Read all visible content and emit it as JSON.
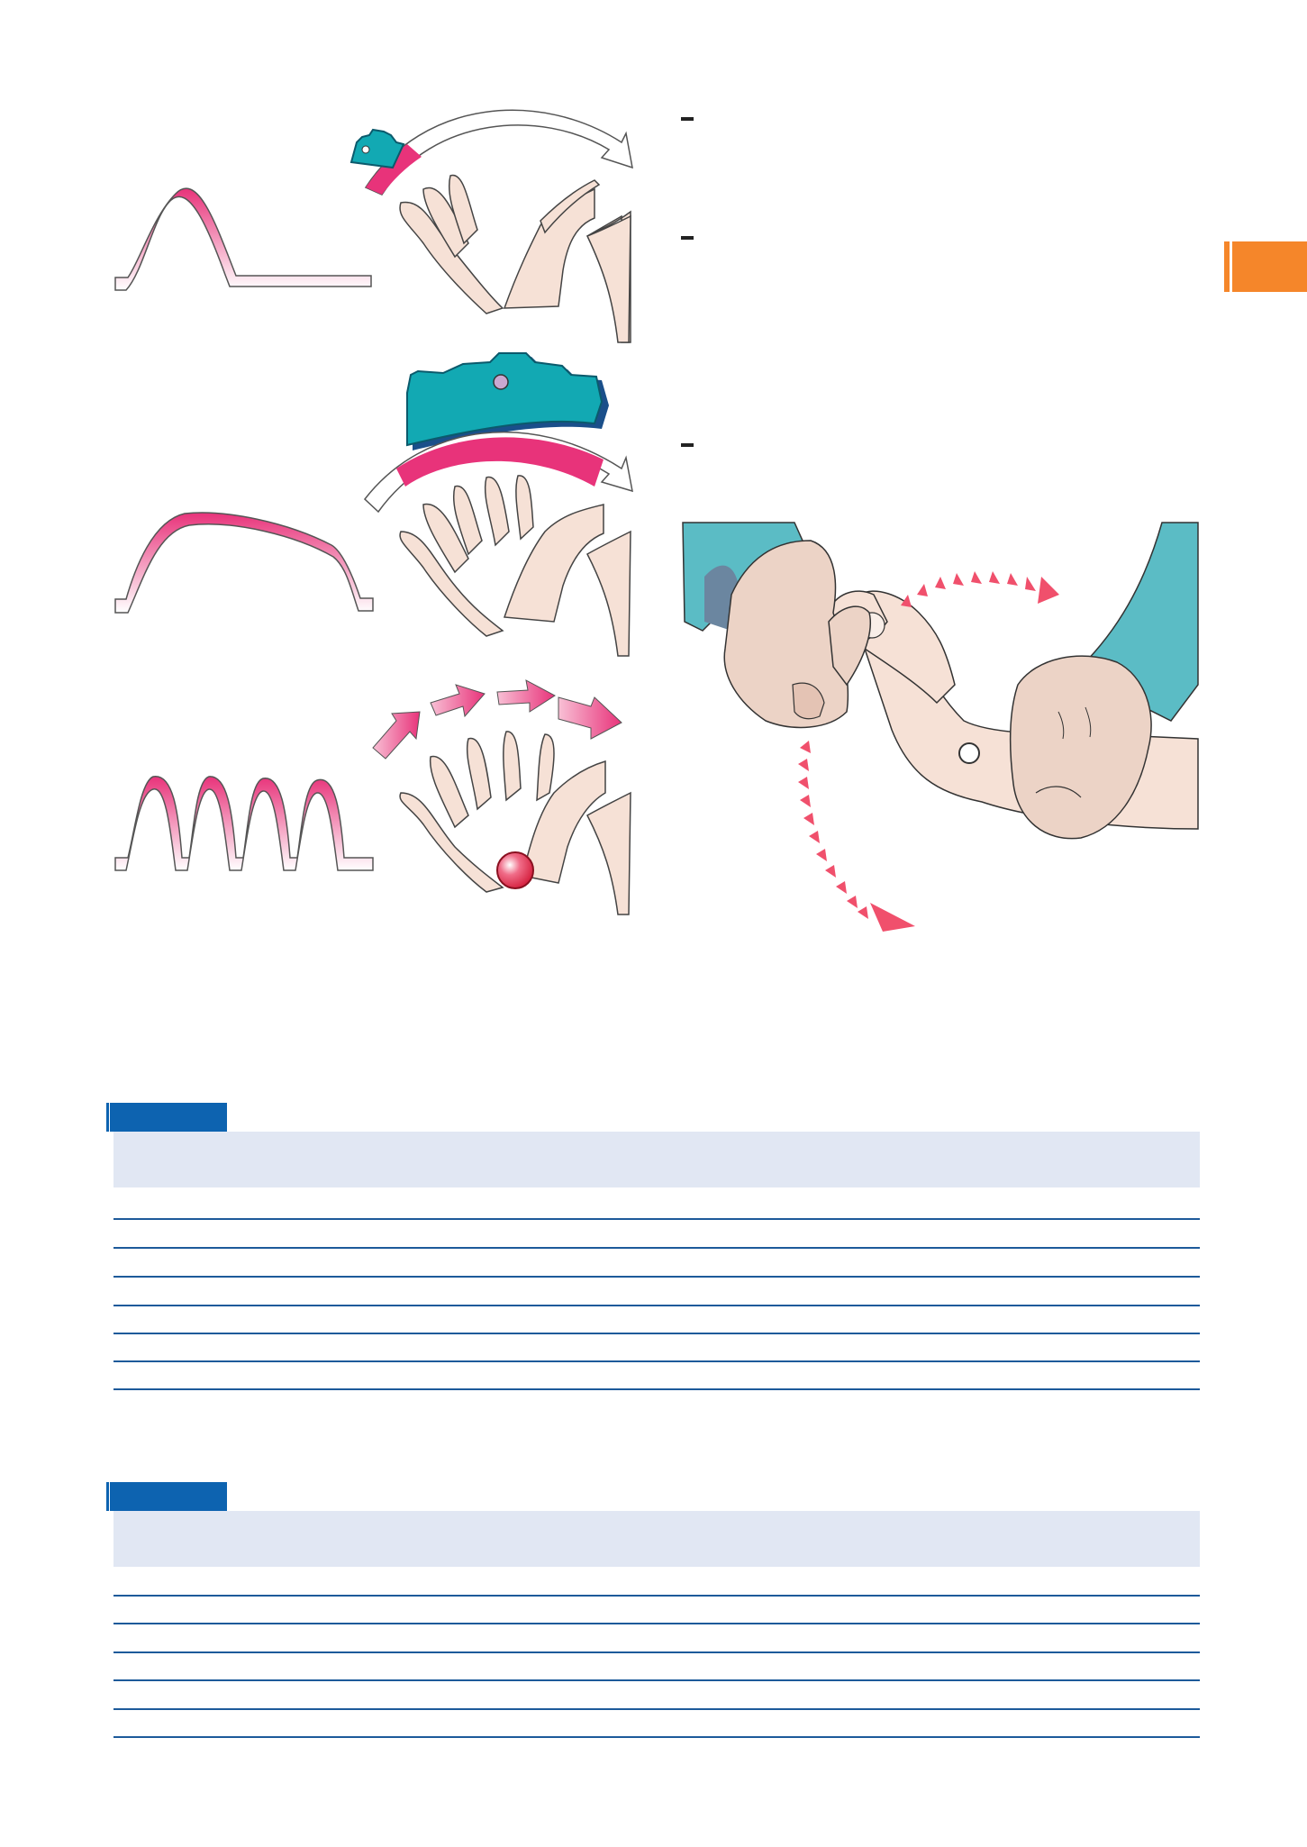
{
  "figure": {
    "panels": [
      {
        "name": "panel-1"
      },
      {
        "name": "panel-2"
      },
      {
        "name": "panel-3"
      }
    ],
    "colors": {
      "pink": "#e8337a",
      "teal": "#12a9b3",
      "skin": "#f6e1d6",
      "accent_orange": "#f5862a",
      "table_blue": "#0d63b0",
      "table_head_bg": "#e1e7f3"
    }
  },
  "tables": [
    {
      "tag": "",
      "header": "",
      "rows": [
        "",
        "",
        "",
        "",
        "",
        ""
      ]
    },
    {
      "tag": "",
      "header": "",
      "rows": [
        "",
        "",
        "",
        "",
        ""
      ]
    }
  ]
}
